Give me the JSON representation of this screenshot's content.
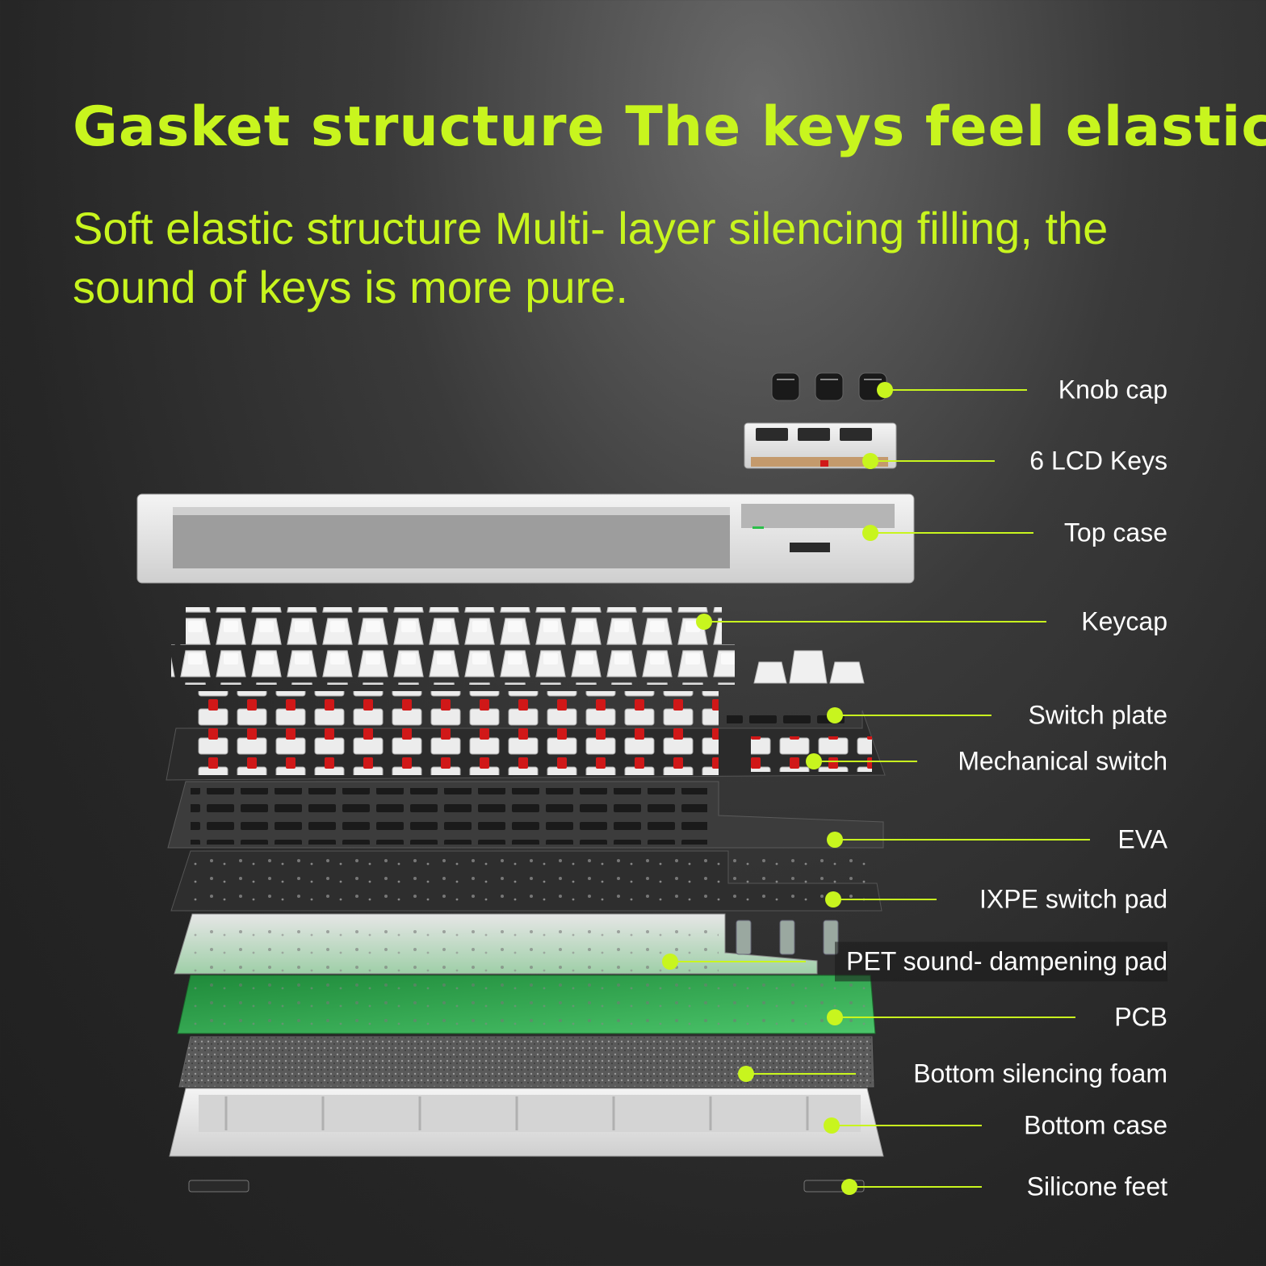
{
  "title": "Gasket structure The keys feel elastic",
  "subtitle": "Soft elastic structure Multi- layer silencing filling, the sound of keys is more pure.",
  "accent_color": "#c8f51e",
  "callouts": [
    {
      "label": "Knob cap"
    },
    {
      "label": "6 LCD Keys"
    },
    {
      "label": "Top case"
    },
    {
      "label": "Keycap"
    },
    {
      "label": "Switch plate"
    },
    {
      "label": "Mechanical switch"
    },
    {
      "label": "EVA"
    },
    {
      "label": "IXPE switch pad"
    },
    {
      "label": "PET sound- dampening pad"
    },
    {
      "label": "PCB"
    },
    {
      "label": "Bottom silencing foam"
    },
    {
      "label": "Bottom case"
    },
    {
      "label": "Silicone feet"
    }
  ]
}
